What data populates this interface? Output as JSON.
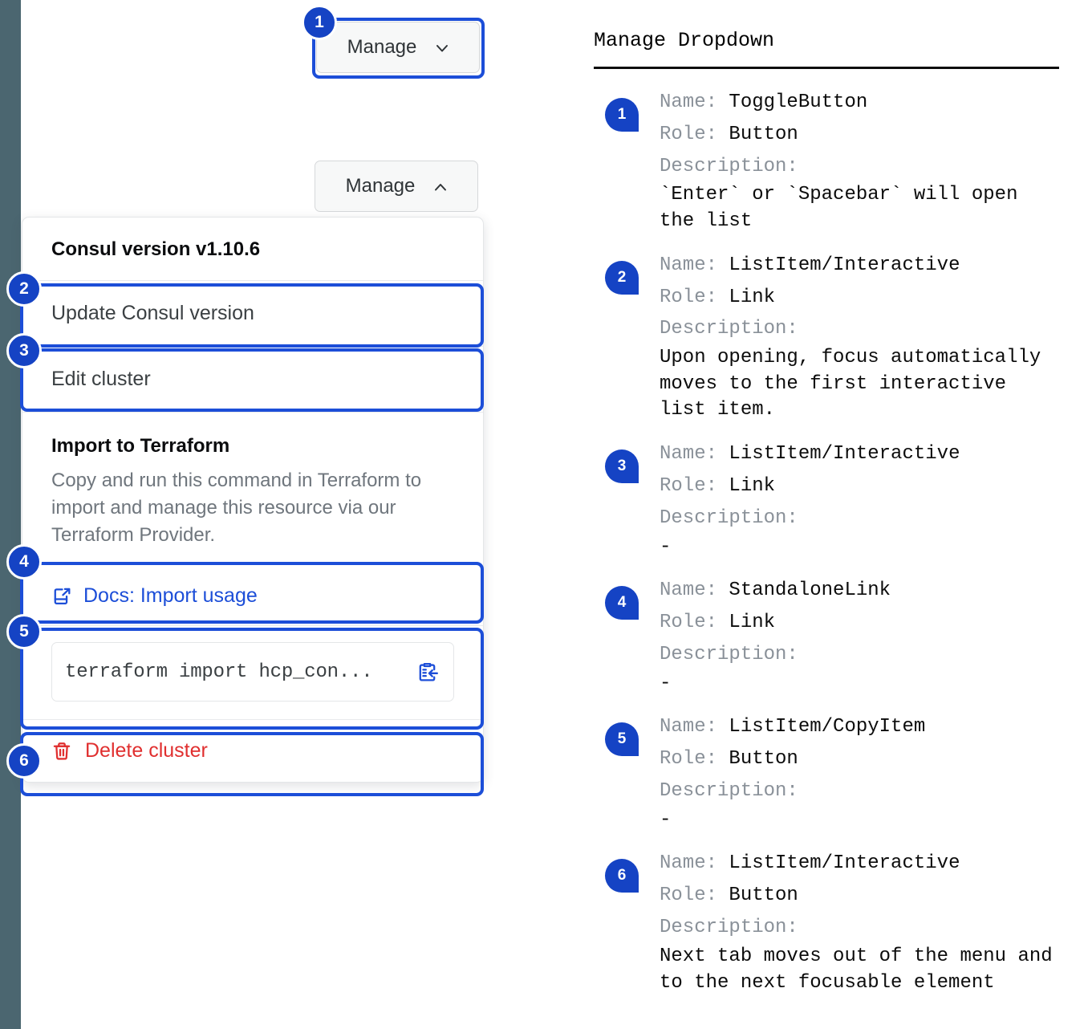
{
  "rail": {
    "color": "#4b6670"
  },
  "accent": {
    "blue": "#1543c4",
    "outline": "#1c4ed8",
    "danger": "#e02f2f"
  },
  "left": {
    "toggle_closed": {
      "label": "Manage",
      "icon": "chevron-down-icon"
    },
    "toggle_open": {
      "label": "Manage",
      "icon": "chevron-up-icon"
    },
    "dropdown": {
      "header": "Consul version v1.10.6",
      "items": [
        {
          "label": "Update Consul version"
        },
        {
          "label": "Edit cluster"
        }
      ],
      "terraform": {
        "title": "Import to Terraform",
        "body": "Copy and run this command in Terraform to import and manage this resource via our Terraform Provider.",
        "docs_link": "Docs: Import usage",
        "docs_icon": "docs-external-link-icon",
        "command": "terraform import hcp_con...",
        "copy_icon": "clipboard-copy-icon"
      },
      "danger": {
        "label": "Delete cluster",
        "icon": "trash-icon"
      }
    },
    "markers": [
      "1",
      "2",
      "3",
      "4",
      "5",
      "6"
    ]
  },
  "right": {
    "title": "Manage Dropdown",
    "labels": {
      "name": "Name:",
      "role": "Role:",
      "description": "Description:"
    },
    "entries": [
      {
        "num": "1",
        "name": "ToggleButton",
        "role": "Button",
        "description": "`Enter` or `Spacebar` will open\nthe list"
      },
      {
        "num": "2",
        "name": "ListItem/Interactive",
        "role": "Link",
        "description": "Upon opening, focus automatically\nmoves to the first interactive\nlist item."
      },
      {
        "num": "3",
        "name": "ListItem/Interactive",
        "role": "Link",
        "description": "-"
      },
      {
        "num": "4",
        "name": "StandaloneLink",
        "role": "Link",
        "description": "-"
      },
      {
        "num": "5",
        "name": "ListItem/CopyItem",
        "role": "Button",
        "description": "-"
      },
      {
        "num": "6",
        "name": "ListItem/Interactive",
        "role": "Button",
        "description": "Next tab moves out of the menu and\nto the next focusable element"
      }
    ]
  }
}
